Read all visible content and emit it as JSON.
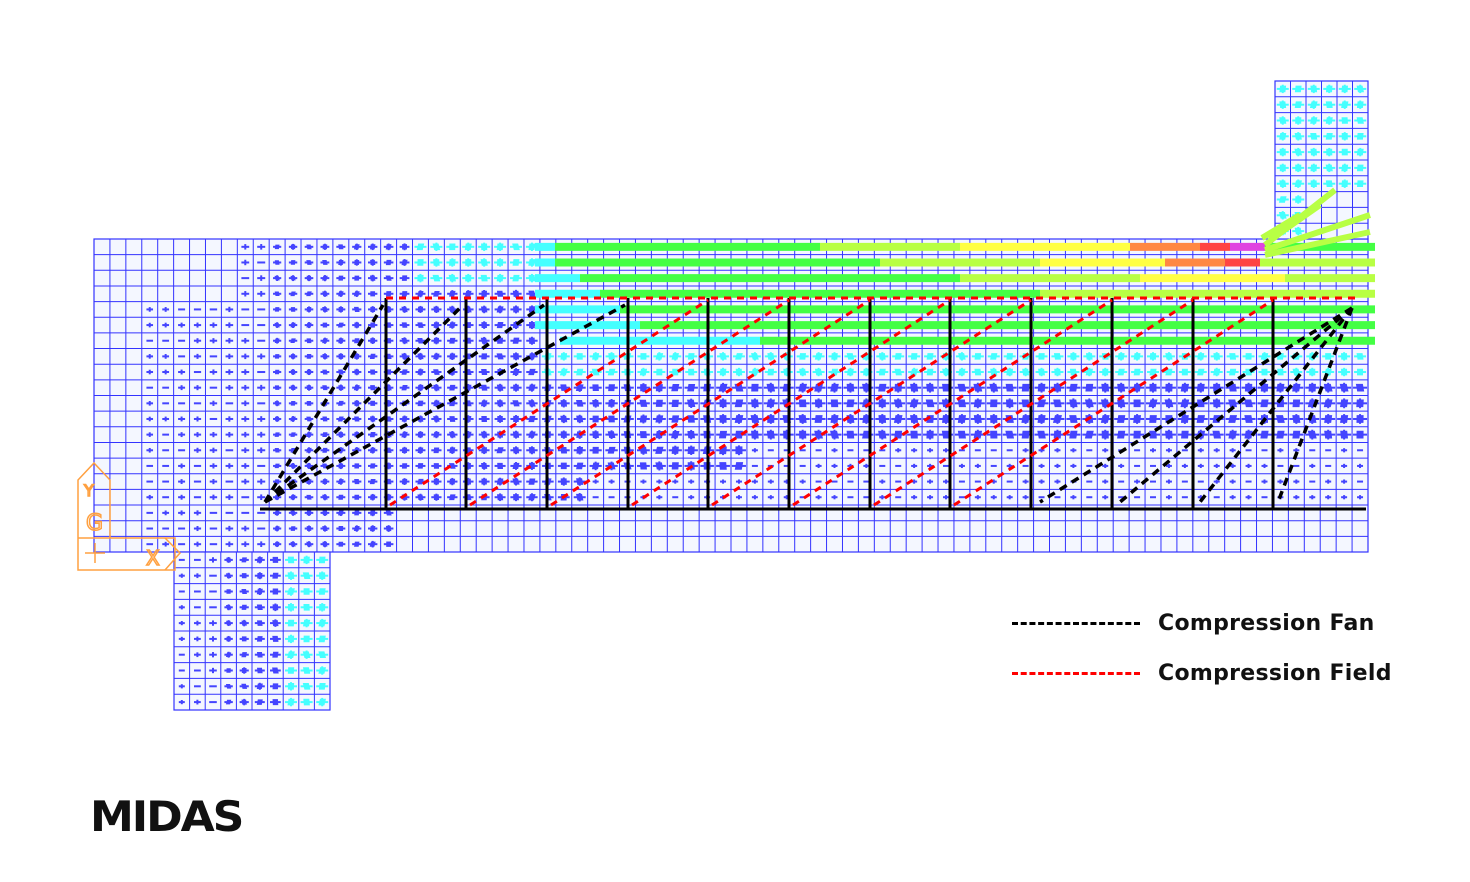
{
  "legend": [
    {
      "label": "Compression Fan",
      "color": "#000000"
    },
    {
      "label": "Compression Field",
      "color": "#ff0000"
    }
  ],
  "logo": "MIDAS",
  "axis_triad": {
    "labels": [
      "Y",
      "G",
      "X"
    ],
    "color": "#ffa040"
  },
  "colors": {
    "mesh": "#3333ff",
    "mesh_fill": "#f4f7ff",
    "vector_palette": [
      "#4444ff",
      "#44ffff",
      "#44ff44",
      "#b8ff44",
      "#ffff44",
      "#ff8844",
      "#ff4444",
      "#e044e0"
    ],
    "stirrup": "#000000"
  }
}
